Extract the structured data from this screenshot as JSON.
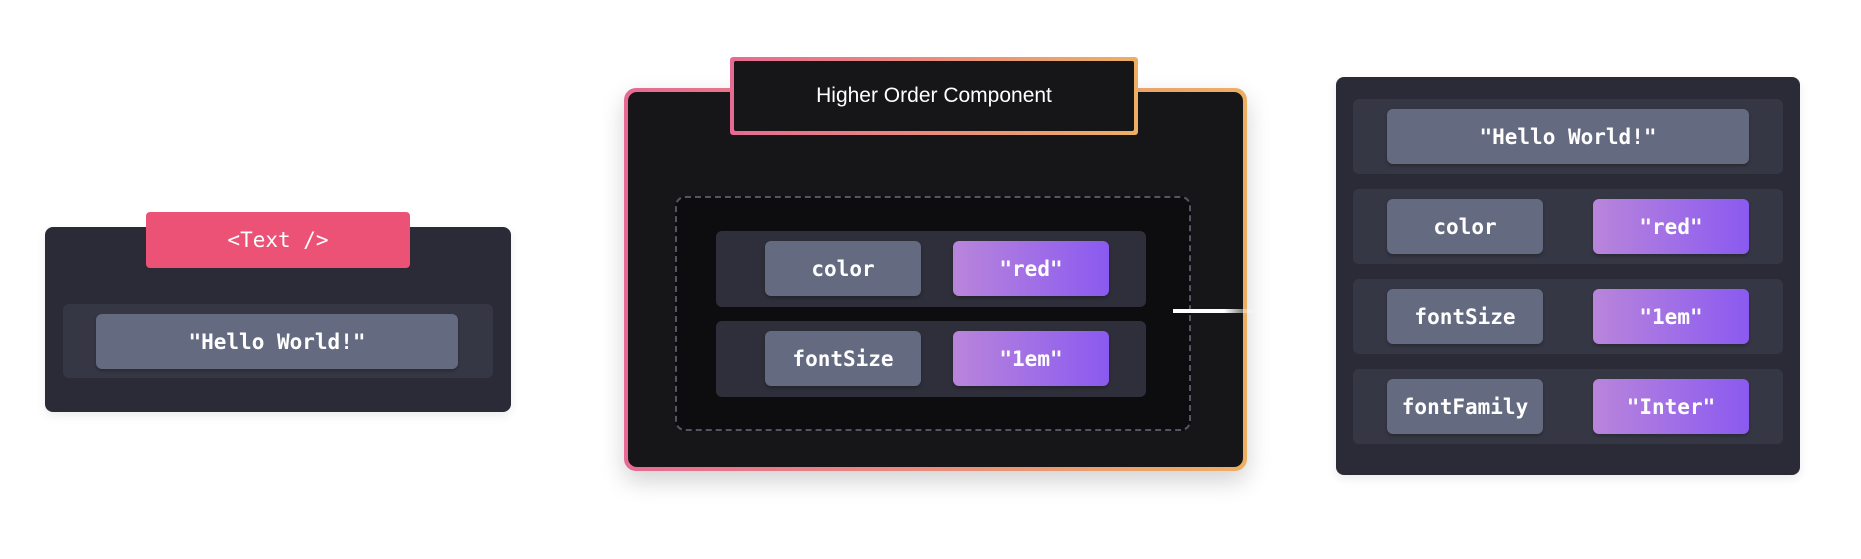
{
  "input_component": {
    "tag": "<Text />",
    "value": "\"Hello World!\""
  },
  "hoc": {
    "title": "Higher Order Component",
    "props": [
      {
        "key": "color",
        "value": "\"red\""
      },
      {
        "key": "fontSize",
        "value": "\"1em\""
      }
    ]
  },
  "output_component": {
    "value": "\"Hello World!\"",
    "props": [
      {
        "key": "color",
        "value": "\"red\""
      },
      {
        "key": "fontSize",
        "value": "\"1em\""
      },
      {
        "key": "fontFamily",
        "value": "\"Inter\""
      }
    ]
  },
  "colors": {
    "tag_pink": "#ec5276",
    "gradient_start": "#e76a93",
    "gradient_end": "#ecaf63",
    "value_purple_start": "#b985db",
    "value_purple_end": "#8a5af0",
    "panel_dark": "#2a2b36",
    "key_gray": "#646b80"
  }
}
